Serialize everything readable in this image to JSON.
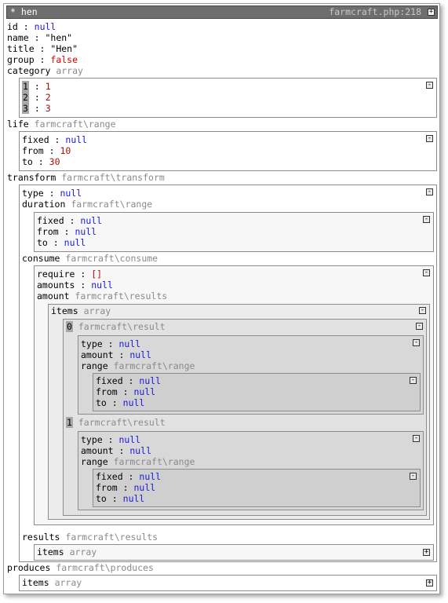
{
  "header": {
    "title": "* hen",
    "source": "farmcraft.php:218",
    "toggle": "+"
  },
  "collapse_symbol": "-",
  "expand_symbol": "+",
  "sep": " : ",
  "obj": {
    "id": {
      "key": "id",
      "value": "null"
    },
    "name": {
      "key": "name",
      "value": "\"hen\""
    },
    "title": {
      "key": "title",
      "value": "\"Hen\""
    },
    "group": {
      "key": "group",
      "value": "false"
    },
    "category": {
      "key": "category",
      "type": "array",
      "items": [
        {
          "index": "1",
          "value": "1"
        },
        {
          "index": "2",
          "value": "2"
        },
        {
          "index": "3",
          "value": "3"
        }
      ]
    },
    "life": {
      "key": "life",
      "type": "farmcraft\\range",
      "fixed": {
        "key": "fixed",
        "value": "null"
      },
      "from": {
        "key": "from",
        "value": "10"
      },
      "to": {
        "key": "to",
        "value": "30"
      }
    },
    "transform": {
      "key": "transform",
      "type": "farmcraft\\transform",
      "type_prop": {
        "key": "type",
        "value": "null"
      },
      "duration": {
        "key": "duration",
        "type": "farmcraft\\range",
        "fixed": {
          "key": "fixed",
          "value": "null"
        },
        "from": {
          "key": "from",
          "value": "null"
        },
        "to": {
          "key": "to",
          "value": "null"
        }
      },
      "consume": {
        "key": "consume",
        "type": "farmcraft\\consume",
        "require": {
          "key": "require",
          "value": "[]"
        },
        "amounts": {
          "key": "amounts",
          "value": "null"
        },
        "amount": {
          "key": "amount",
          "type": "farmcraft\\results",
          "items": {
            "key": "items",
            "type": "array",
            "entries": [
              {
                "index": "0",
                "type": "farmcraft\\result",
                "type_prop": {
                  "key": "type",
                  "value": "null"
                },
                "amount": {
                  "key": "amount",
                  "value": "null"
                },
                "range": {
                  "key": "range",
                  "type": "farmcraft\\range",
                  "fixed": {
                    "key": "fixed",
                    "value": "null"
                  },
                  "from": {
                    "key": "from",
                    "value": "null"
                  },
                  "to": {
                    "key": "to",
                    "value": "null"
                  }
                }
              },
              {
                "index": "1",
                "type": "farmcraft\\result",
                "type_prop": {
                  "key": "type",
                  "value": "null"
                },
                "amount": {
                  "key": "amount",
                  "value": "null"
                },
                "range": {
                  "key": "range",
                  "type": "farmcraft\\range",
                  "fixed": {
                    "key": "fixed",
                    "value": "null"
                  },
                  "from": {
                    "key": "from",
                    "value": "null"
                  },
                  "to": {
                    "key": "to",
                    "value": "null"
                  }
                }
              }
            ]
          }
        }
      },
      "results": {
        "key": "results",
        "type": "farmcraft\\results",
        "items": {
          "key": "items",
          "type": "array"
        }
      }
    },
    "produces": {
      "key": "produces",
      "type": "farmcraft\\produces",
      "items": {
        "key": "items",
        "type": "array"
      }
    }
  }
}
